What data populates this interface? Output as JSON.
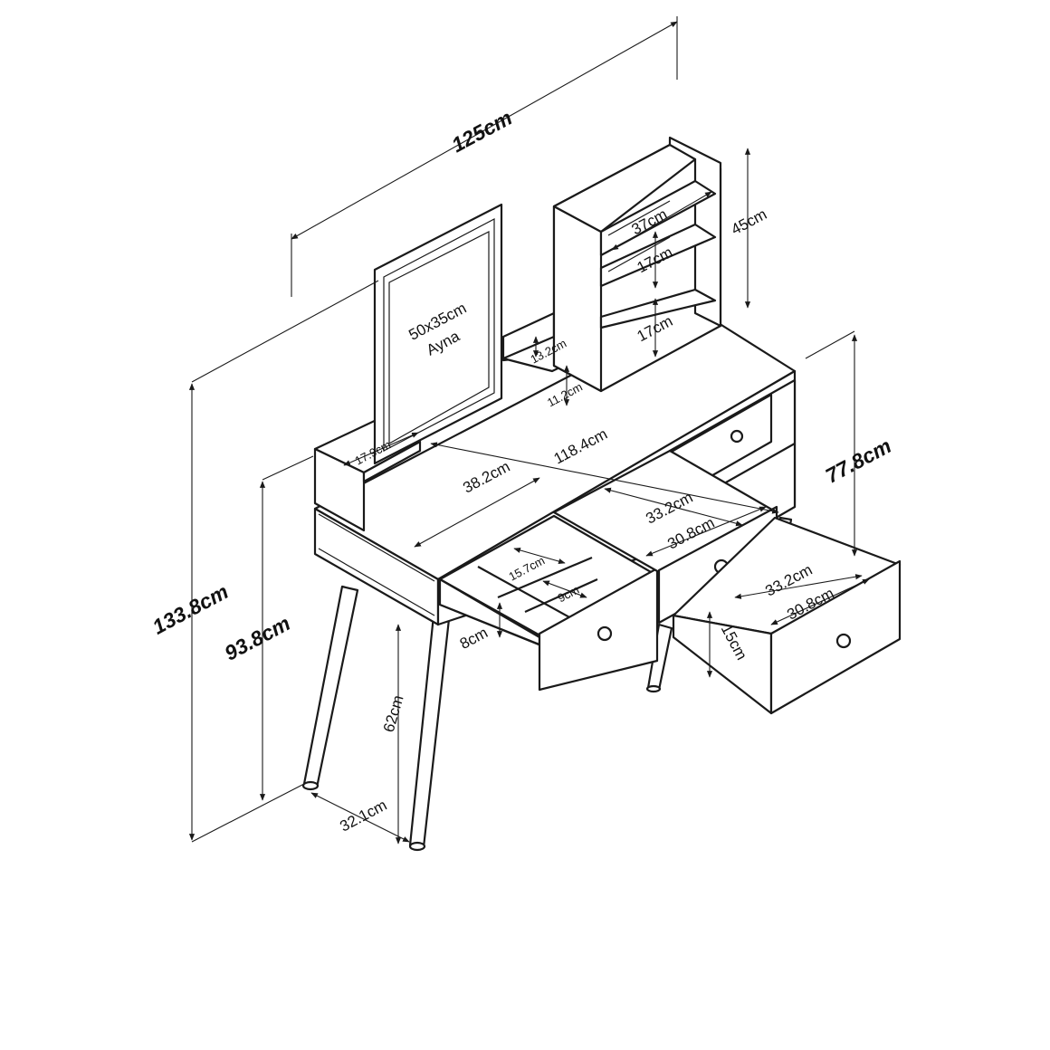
{
  "dimensions": {
    "total_width": "125cm",
    "total_height": "133.8cm",
    "table_height": "93.8cm",
    "leg_height": "62cm",
    "leg_spread": "32.1cm",
    "desk_width": "118.4cm",
    "desk_depth": "38.2cm",
    "right_height": "77.8cm",
    "shelf_height": "45cm",
    "shelf_width": "37cm",
    "shelf_gap_1": "17cm",
    "shelf_gap_2": "17cm",
    "small_shelf_top": "13.2cm",
    "small_shelf_bottom": "11.2cm",
    "left_shelf": "17.9cm",
    "drawer_left_height": "8cm",
    "drawer_left_div1": "15.7cm",
    "drawer_left_div2": "9cm",
    "drawer_mid_outer": "33.2cm",
    "drawer_mid_inner": "30.8cm",
    "drawer_right_outer": "33.2cm",
    "drawer_right_inner": "30.8cm",
    "drawer_right_height": "15cm"
  },
  "mirror": {
    "size": "50x35cm",
    "name": "Ayna"
  },
  "colors": {
    "line": "#1a1a1a",
    "background": "#ffffff"
  }
}
